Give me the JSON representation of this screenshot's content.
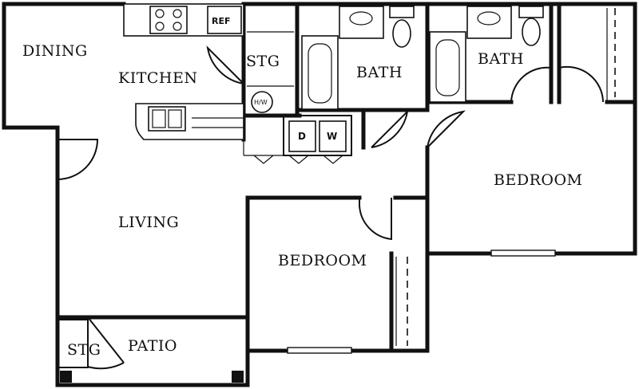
{
  "rooms": {
    "dining": "DINING",
    "kitchen": "KITCHEN",
    "storage_kitchen": "STG",
    "bath_1": "BATH",
    "bath_2": "BATH",
    "bedroom_1": "BEDROOM",
    "bedroom_2": "BEDROOM",
    "living": "LIVING",
    "patio": "PATIO",
    "storage_patio": "STG"
  },
  "appliances": {
    "refrigerator": "REF",
    "water_heater": "H/W",
    "dryer": "D",
    "washer": "W"
  }
}
